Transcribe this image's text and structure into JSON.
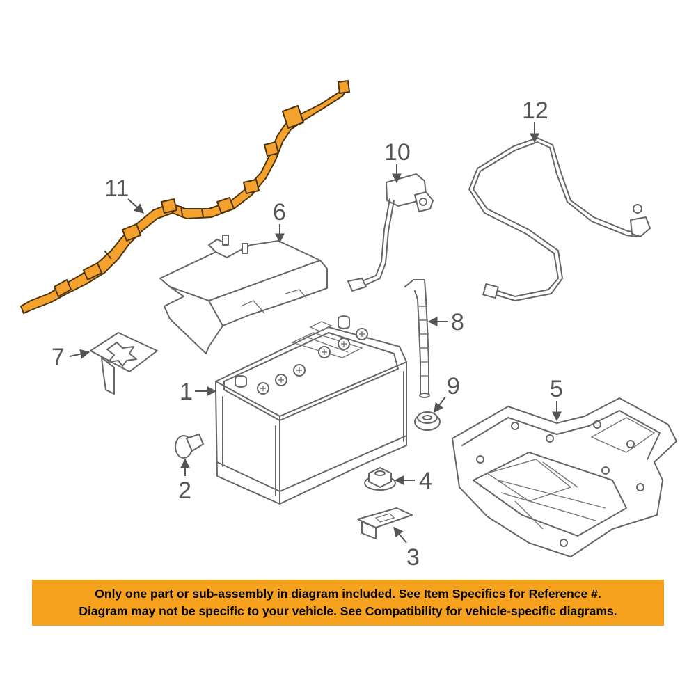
{
  "diagram": {
    "callouts": {
      "c1": "1",
      "c2": "2",
      "c3": "3",
      "c4": "4",
      "c5": "5",
      "c6": "6",
      "c7": "7",
      "c8": "8",
      "c9": "9",
      "c10": "10",
      "c11": "11",
      "c12": "12"
    },
    "highlight_color": "#F4A22D",
    "line_color": "#666666"
  },
  "banner": {
    "background": "#F7A21E",
    "line1": "Only one part or sub-assembly in diagram included. See Item Specifics for Reference #.",
    "line2": "Diagram may not be specific to your vehicle. See Compatibility for vehicle-specific diagrams."
  }
}
